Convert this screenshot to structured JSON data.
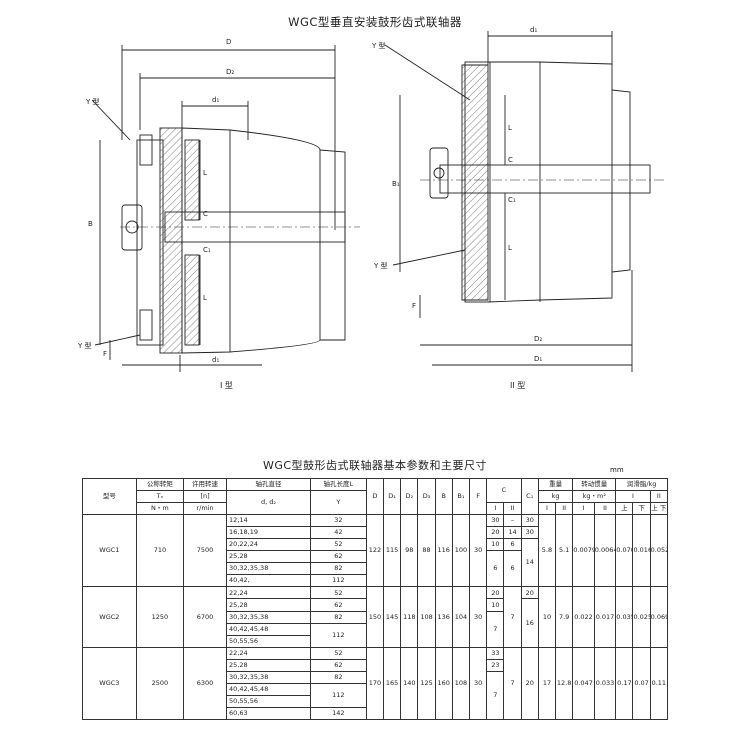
{
  "title": "WGC型垂直安装鼓形齿式联轴器",
  "table_title": "WGC型鼓形齿式联轴器基本参数和主要尺寸",
  "unit": "mm",
  "drawing": {
    "type1_caption": "I 型",
    "type2_caption": "II 型",
    "labels": {
      "D": "D",
      "D2": "D₂",
      "d1": "d₁",
      "Y": "Y 型",
      "B": "B",
      "B1": "B₁",
      "L": "L",
      "C": "C",
      "C1": "C₁",
      "F": "F",
      "D1": "D₁"
    }
  },
  "table": {
    "headers": {
      "model": "型号",
      "torque": "公称转矩",
      "torque_sym": "Tₙ",
      "torque_unit": "N・m",
      "speed": "许用转速",
      "speed_sym": "[n]",
      "speed_unit": "r/min",
      "bore": "轴孔直径",
      "bore_sym": "d, d₂",
      "length": "轴孔长度L",
      "length_sym": "Y",
      "D": "D",
      "D1": "D₁",
      "D2": "D₂",
      "D3": "D₃",
      "B": "B",
      "B1": "B₁",
      "F": "F",
      "C": "C",
      "C1": "C₁",
      "weight": "重量",
      "weight_unit": "kg",
      "inertia": "转动惯量",
      "inertia_unit": "kg・m²",
      "grease": "润滑脂/kg",
      "I": "I",
      "II": "II",
      "up": "上",
      "down": "下",
      "updown": "上 下"
    },
    "models": [
      {
        "name": "WGC1",
        "torque": "710",
        "speed": "7500",
        "bores": [
          "12,14",
          "16,18,19",
          "20,22,24",
          "25,28",
          "30,32,35,38",
          "40,42,"
        ],
        "lengths": [
          "32",
          "42",
          "52",
          "62",
          "82",
          "112"
        ],
        "D": "122",
        "D1": "115",
        "D2": "98",
        "D3": "88",
        "B": "116",
        "B1": "100",
        "F": "30",
        "C_I": [
          "30",
          "20",
          "10",
          "6"
        ],
        "C_II": [
          "–",
          "14",
          "6",
          "6"
        ],
        "C1": [
          "30",
          "30",
          "14"
        ],
        "w_I": "5.8",
        "w_II": "5.1",
        "j_I": "0.0079",
        "j_II": "0.0064",
        "g_I_up": "0.070",
        "g_I_down": "0.0160",
        "g_II": "0.052"
      },
      {
        "name": "WGC2",
        "torque": "1250",
        "speed": "6700",
        "bores": [
          "22,24",
          "25,28",
          "30,32,35,38",
          "40,42,45,48",
          "50,55,56"
        ],
        "lengths": [
          "52",
          "62",
          "82",
          "112"
        ],
        "D": "150",
        "D1": "145",
        "D2": "118",
        "D3": "108",
        "B": "136",
        "B1": "104",
        "F": "30",
        "C_I": [
          "20",
          "10",
          "7"
        ],
        "C_II": [
          "7"
        ],
        "C1": [
          "20",
          "16"
        ],
        "w_I": "10",
        "w_II": "7.9",
        "j_I": "0.022",
        "j_II": "0.017",
        "g_I_up": "0.035",
        "g_I_down": "0.025",
        "g_II": "0.069"
      },
      {
        "name": "WGC3",
        "torque": "2500",
        "speed": "6300",
        "bores": [
          "22,24",
          "25,28",
          "30,32,35,38",
          "40,42,45,48",
          "50,55,56",
          "60,63"
        ],
        "lengths": [
          "52",
          "62",
          "82",
          "112",
          "142"
        ],
        "D": "170",
        "D1": "165",
        "D2": "140",
        "D3": "125",
        "B": "160",
        "B1": "108",
        "F": "30",
        "C_I": [
          "33",
          "23",
          "7"
        ],
        "C_II": [
          "7"
        ],
        "C1": [
          "20"
        ],
        "w_I": "17",
        "w_II": "12.8",
        "j_I": "0.047",
        "j_II": "0.033",
        "g_I_up": "0.17",
        "g_I_down": "0.07",
        "g_II": "0.11"
      }
    ]
  }
}
